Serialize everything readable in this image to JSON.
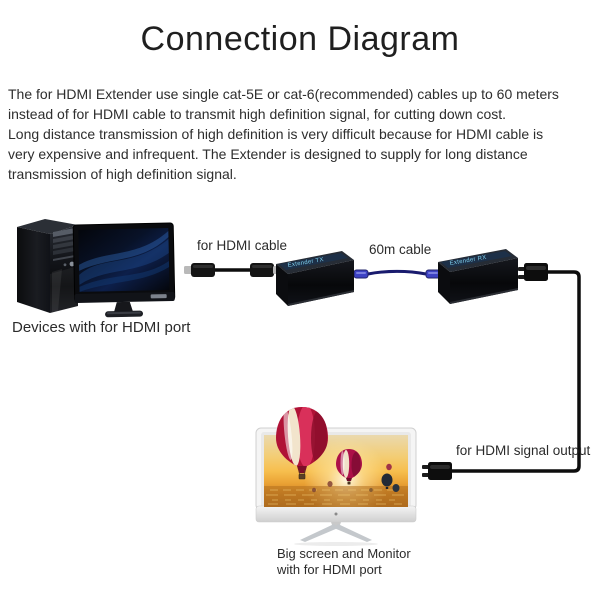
{
  "title": "Connection Diagram",
  "description_lines": [
    "The for HDMI Extender use single cat-5E or cat-6(recommended) cables up to 60 meters",
    "instead of for HDMI cable to transmit high definition signal, for cutting down cost.",
    "Long distance transmission of high definition is very difficult because for HDMI cable is",
    "very expensive and infrequent. The Extender is designed to supply for long distance",
    "transmission of high definition signal."
  ],
  "diagram": {
    "source": {
      "label": "Devices with for HDMI port"
    },
    "hdmi_cable": {
      "label": "for HDMI cable"
    },
    "transmitter": {
      "label": "Extender TX"
    },
    "cat_cable": {
      "label": "60m cable"
    },
    "receiver": {
      "label": "Extender RX"
    },
    "output_cable": {
      "label": "for HDMI signal output"
    },
    "display": {
      "label_line1": "Big screen and Monitor",
      "label_line2": "with for HDMI port"
    }
  },
  "colors": {
    "background": "#ffffff",
    "body_text": "#2e2e2e",
    "extender_box": "#0d0f13",
    "extender_stripe": "#1d3048",
    "extender_stripe_text": "#7fd0ee",
    "cat_cable_blue": "#191b6e",
    "cat_connector_blue": "#3d42c4",
    "hdmi_cable_black": "#0d0d0d",
    "tv_frame_silver": "#f5f5f5",
    "balloon_red": "#b01236",
    "sunset_orange": "#f7bf4e"
  }
}
